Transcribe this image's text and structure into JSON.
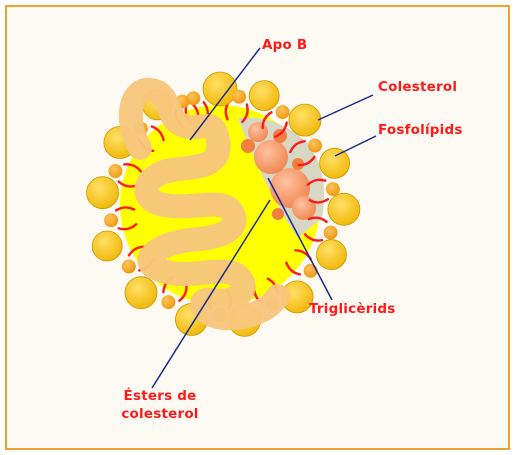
{
  "labels": {
    "apo_b": "Apo B",
    "cholesterol": "Colesterol",
    "phospholipids": "Fosfolípids",
    "triglycerides": "Triglicèrids",
    "esters_line1": "Ésters de",
    "esters_line2": "colesterol"
  },
  "colors": {
    "frame_border": "#f0a030",
    "label_text": "#ff1a1a",
    "leader_line": "#1a2a8c",
    "core_yellow": "#ffff00",
    "phospholipid_head": "#f4c10f",
    "phospholipid_tail": "#ff1a1a",
    "apo_b_protein": "#f7c67c",
    "triglyceride": "#f59a68"
  }
}
